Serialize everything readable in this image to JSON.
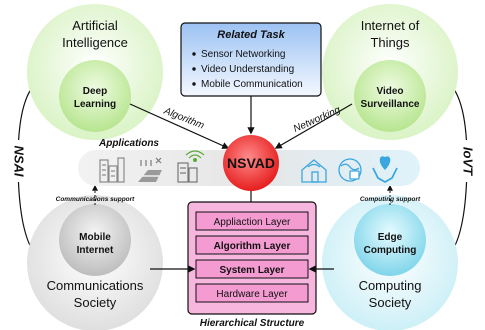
{
  "center": {
    "label": "NSVAD"
  },
  "top_left": {
    "outer_label_1": "Artificial",
    "outer_label_2": "Intelligence",
    "inner_label_1": "Deep",
    "inner_label_2": "Learning"
  },
  "top_right": {
    "outer_label_1": "Internet of",
    "outer_label_2": "Things",
    "inner_label_1": "Video",
    "inner_label_2": "Surveillance"
  },
  "bottom_left": {
    "outer_label_1": "Communications",
    "outer_label_2": "Society",
    "inner_label_1": "Mobile",
    "inner_label_2": "Internet"
  },
  "bottom_right": {
    "outer_label_1": "Computing",
    "outer_label_2": "Society",
    "inner_label_1": "Edge",
    "inner_label_2": "Computing"
  },
  "related_task": {
    "title": "Related Task",
    "items": [
      "Sensor Networking",
      "Video Understanding",
      "Mobile Communication"
    ]
  },
  "applications": {
    "label": "Applications"
  },
  "edges": {
    "algorithm": "Algorithm",
    "networking": "Networking",
    "communications_support": "Communications support",
    "computing_support": "Computing support"
  },
  "side_labels": {
    "left": "NSAI",
    "right": "IoVT"
  },
  "layers": {
    "items": [
      "Appliaction Layer",
      "Algorithm Layer",
      "System Layer",
      "Hardware Layer"
    ],
    "caption": "Hierarchical Structure"
  },
  "icons": {
    "left": [
      "city-buildings-icon",
      "farm-field-icon",
      "smart-building-icon"
    ],
    "right": [
      "smart-home-icon",
      "global-travel-icon",
      "care-hand-heart-icon"
    ]
  },
  "colors": {
    "green_soft": "#dff5cc",
    "gray_soft": "#e3e3e3",
    "blue_soft": "#d4f2f8",
    "center_red": "#ee2a2a",
    "task_blue": "#b9d4f7",
    "layer_pink": "#f49bd2",
    "icon_blue": "#3aa6e0"
  }
}
